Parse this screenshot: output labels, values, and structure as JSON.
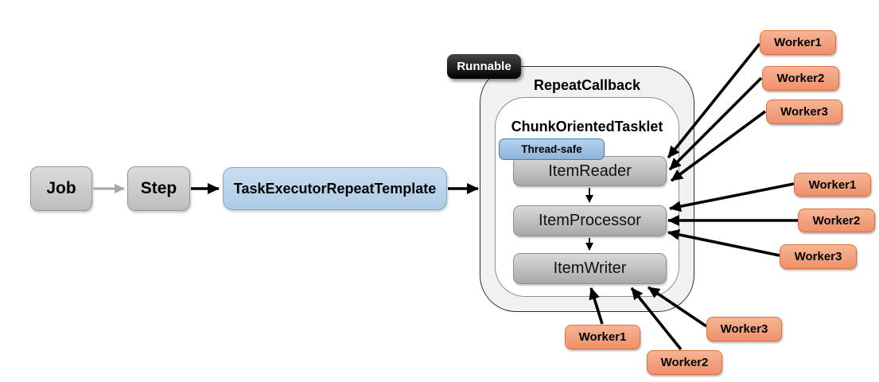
{
  "nodes": {
    "job": "Job",
    "step": "Step",
    "task_executor_repeat_template": "TaskExecutorRepeatTemplate",
    "runnable": "Runnable",
    "repeat_callback": "RepeatCallback",
    "chunk_oriented_tasklet": "ChunkOrientedTasklet",
    "thread_safe": "Thread-safe",
    "item_reader": "ItemReader",
    "item_processor": "ItemProcessor",
    "item_writer": "ItemWriter"
  },
  "workers": {
    "reader_group": [
      "Worker1",
      "Worker2",
      "Worker3"
    ],
    "processor_group": [
      "Worker1",
      "Worker2",
      "Worker3"
    ],
    "writer_group": [
      "Worker1",
      "Worker2",
      "Worker3"
    ]
  },
  "edges": [
    {
      "from": "Job",
      "to": "Step"
    },
    {
      "from": "Step",
      "to": "TaskExecutorRepeatTemplate"
    },
    {
      "from": "TaskExecutorRepeatTemplate",
      "to": "RepeatCallback"
    },
    {
      "from": "ItemReader",
      "to": "ItemProcessor"
    },
    {
      "from": "ItemProcessor",
      "to": "ItemWriter"
    },
    {
      "from": "Worker1",
      "to": "ItemReader"
    },
    {
      "from": "Worker2",
      "to": "ItemReader"
    },
    {
      "from": "Worker3",
      "to": "ItemReader"
    },
    {
      "from": "Worker1",
      "to": "ItemProcessor"
    },
    {
      "from": "Worker2",
      "to": "ItemProcessor"
    },
    {
      "from": "Worker3",
      "to": "ItemProcessor"
    },
    {
      "from": "Worker1",
      "to": "ItemWriter"
    },
    {
      "from": "Worker2",
      "to": "ItemWriter"
    },
    {
      "from": "Worker3",
      "to": "ItemWriter"
    }
  ],
  "colors": {
    "gray_node_fill": "#c9c9c9",
    "blue_node_fill": "#bdd7ee",
    "worker_fill": "#f2a581",
    "worker_border": "#e2703e",
    "outer_container_fill": "#f1f1f1",
    "inner_container_fill": "#ffffff",
    "runnable_fill": "#0a0a0a",
    "thread_safe_fill": "#9dc3e6",
    "arrow_black": "#000000",
    "arrow_gray": "#a6a6a6"
  }
}
